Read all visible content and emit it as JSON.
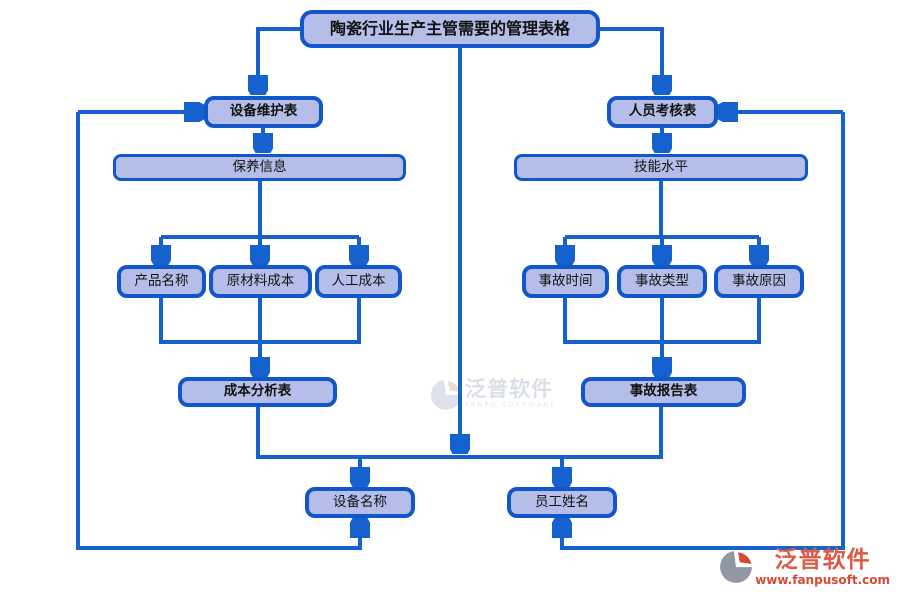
{
  "diagram_title": "陶瓷行业生产主管需要的管理表格",
  "nodes": {
    "title": {
      "label": "陶瓷行业生产主管需要的管理表格"
    },
    "equipment_maintenance": {
      "label": "设备维护表"
    },
    "personnel_assessment": {
      "label": "人员考核表"
    },
    "maintenance_info": {
      "label": "保养信息"
    },
    "skill_level": {
      "label": "技能水平"
    },
    "product_name": {
      "label": "产品名称"
    },
    "raw_material_cost": {
      "label": "原材料成本"
    },
    "labor_cost": {
      "label": "人工成本"
    },
    "accident_time": {
      "label": "事故时间"
    },
    "accident_type": {
      "label": "事故类型"
    },
    "accident_cause": {
      "label": "事故原因"
    },
    "cost_analysis": {
      "label": "成本分析表"
    },
    "accident_report": {
      "label": "事故报告表"
    },
    "equipment_name": {
      "label": "设备名称"
    },
    "employee_name": {
      "label": "员工姓名"
    }
  },
  "edges": [
    {
      "from": "title",
      "to": "equipment_maintenance"
    },
    {
      "from": "title",
      "to": "personnel_assessment"
    },
    {
      "from": "title",
      "to": "bottom_spine"
    },
    {
      "from": "equipment_maintenance",
      "to": "maintenance_info"
    },
    {
      "from": "maintenance_info",
      "to": "product_name"
    },
    {
      "from": "maintenance_info",
      "to": "raw_material_cost"
    },
    {
      "from": "maintenance_info",
      "to": "labor_cost"
    },
    {
      "from": "product_name",
      "to": "cost_analysis"
    },
    {
      "from": "raw_material_cost",
      "to": "cost_analysis"
    },
    {
      "from": "labor_cost",
      "to": "cost_analysis"
    },
    {
      "from": "personnel_assessment",
      "to": "skill_level"
    },
    {
      "from": "skill_level",
      "to": "accident_time"
    },
    {
      "from": "skill_level",
      "to": "accident_type"
    },
    {
      "from": "skill_level",
      "to": "accident_cause"
    },
    {
      "from": "accident_time",
      "to": "accident_report"
    },
    {
      "from": "accident_type",
      "to": "accident_report"
    },
    {
      "from": "accident_cause",
      "to": "accident_report"
    },
    {
      "from": "cost_analysis",
      "to": "bottom_spine"
    },
    {
      "from": "accident_report",
      "to": "bottom_spine"
    },
    {
      "from": "bottom_spine",
      "to": "equipment_name"
    },
    {
      "from": "bottom_spine",
      "to": "employee_name"
    },
    {
      "from": "equipment_name",
      "to": "equipment_maintenance",
      "bidirectional": true
    },
    {
      "from": "employee_name",
      "to": "personnel_assessment",
      "bidirectional": true
    }
  ],
  "watermark": {
    "icon": "fanpu-logo-icon",
    "text": "泛普软件",
    "subtext": "FANPU SOFTWARE"
  },
  "footer_logo": {
    "icon": "fanpu-logo-icon",
    "text": "泛普软件",
    "url": "www.fanpusoft.com"
  },
  "colors": {
    "line": "#1562cf",
    "box-fill": "#b5bee8",
    "box-border": "#1157c9",
    "logo-red": "#dd5a45",
    "logo-gray": "#9298a3",
    "wm-gray": "#d8dce6"
  }
}
